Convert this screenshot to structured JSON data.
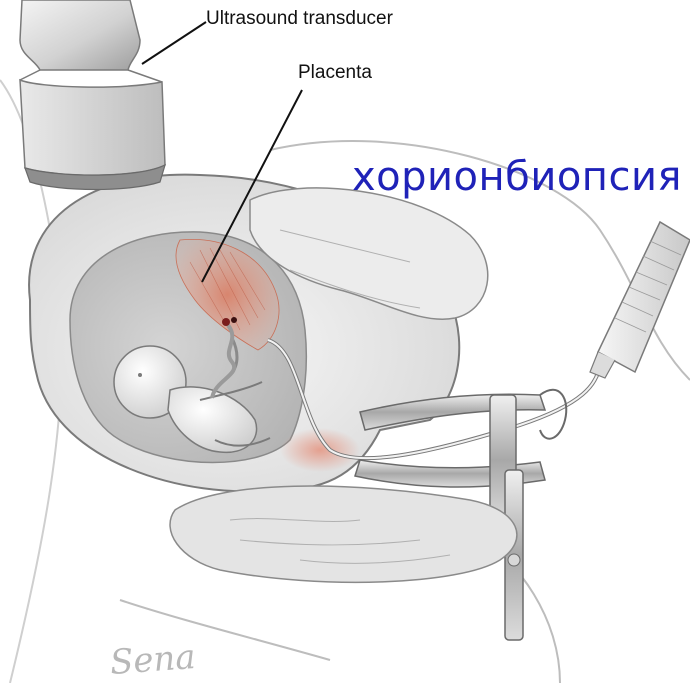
{
  "labels": {
    "transducer": "Ultrasound transducer",
    "placenta": "Placenta",
    "procedure": "хорионбиопсия",
    "signature": "Sena"
  },
  "colors": {
    "title": "#1f22b8",
    "placenta": "#d9826a",
    "outline": "#7a7a7a"
  }
}
